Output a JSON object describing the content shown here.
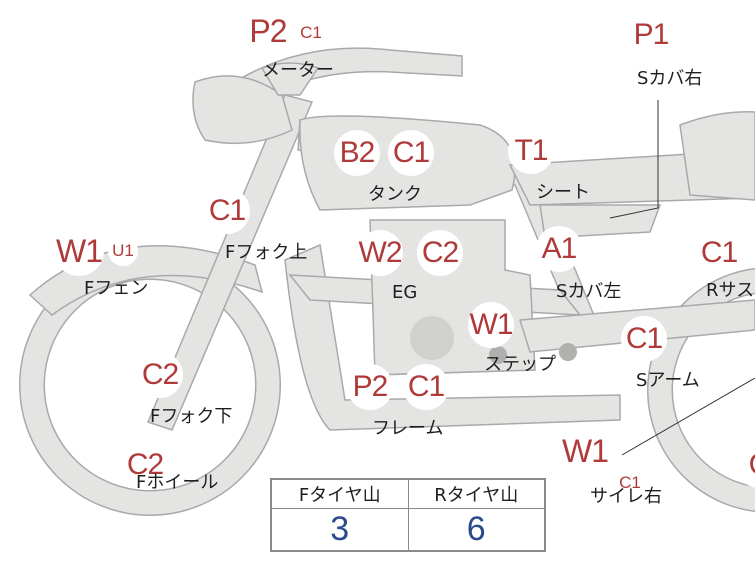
{
  "parts": {
    "meter": {
      "grade": "P2",
      "sub": "C1",
      "label": "メーター"
    },
    "s_cover_r": {
      "grade": "P1",
      "label": "Sカバ右"
    },
    "tank": {
      "grade1": "B2",
      "grade2": "C1",
      "label": "タンク"
    },
    "seat": {
      "grade": "T1",
      "label": "シート"
    },
    "f_fork_upper": {
      "grade": "C1",
      "label": "Fフォク上"
    },
    "f_fender": {
      "grade": "W1",
      "sub": "U1",
      "label": "Fフェン"
    },
    "engine": {
      "grade1": "W2",
      "grade2": "C2",
      "label": "EG"
    },
    "s_cover_l": {
      "grade": "A1",
      "label": "Sカバ左"
    },
    "r_sus": {
      "grade": "C1",
      "label": "Rサス"
    },
    "step": {
      "grade": "W1",
      "label": "ステップ"
    },
    "s_arm": {
      "grade": "C1",
      "label": "Sアーム"
    },
    "f_fork_lower": {
      "grade": "C2",
      "label": "Fフォク下"
    },
    "frame": {
      "grade1": "P2",
      "grade2": "C1",
      "label": "フレーム"
    },
    "f_wheel": {
      "grade": "C2",
      "label": "Fホイール"
    },
    "silencer_r": {
      "grade": "W1",
      "sub": "C1",
      "label": "サイレ右"
    },
    "right_edge": {
      "grade": "C"
    }
  },
  "tire": {
    "front_label": "Fタイヤ山",
    "rear_label": "Rタイヤ山",
    "front_value": "3",
    "rear_value": "6"
  },
  "colors": {
    "bike_fill": "#e4e4e2",
    "bike_stroke": "#a9a9a9",
    "grade_text": "#b03a3a",
    "tire_value": "#2c4a8c"
  }
}
